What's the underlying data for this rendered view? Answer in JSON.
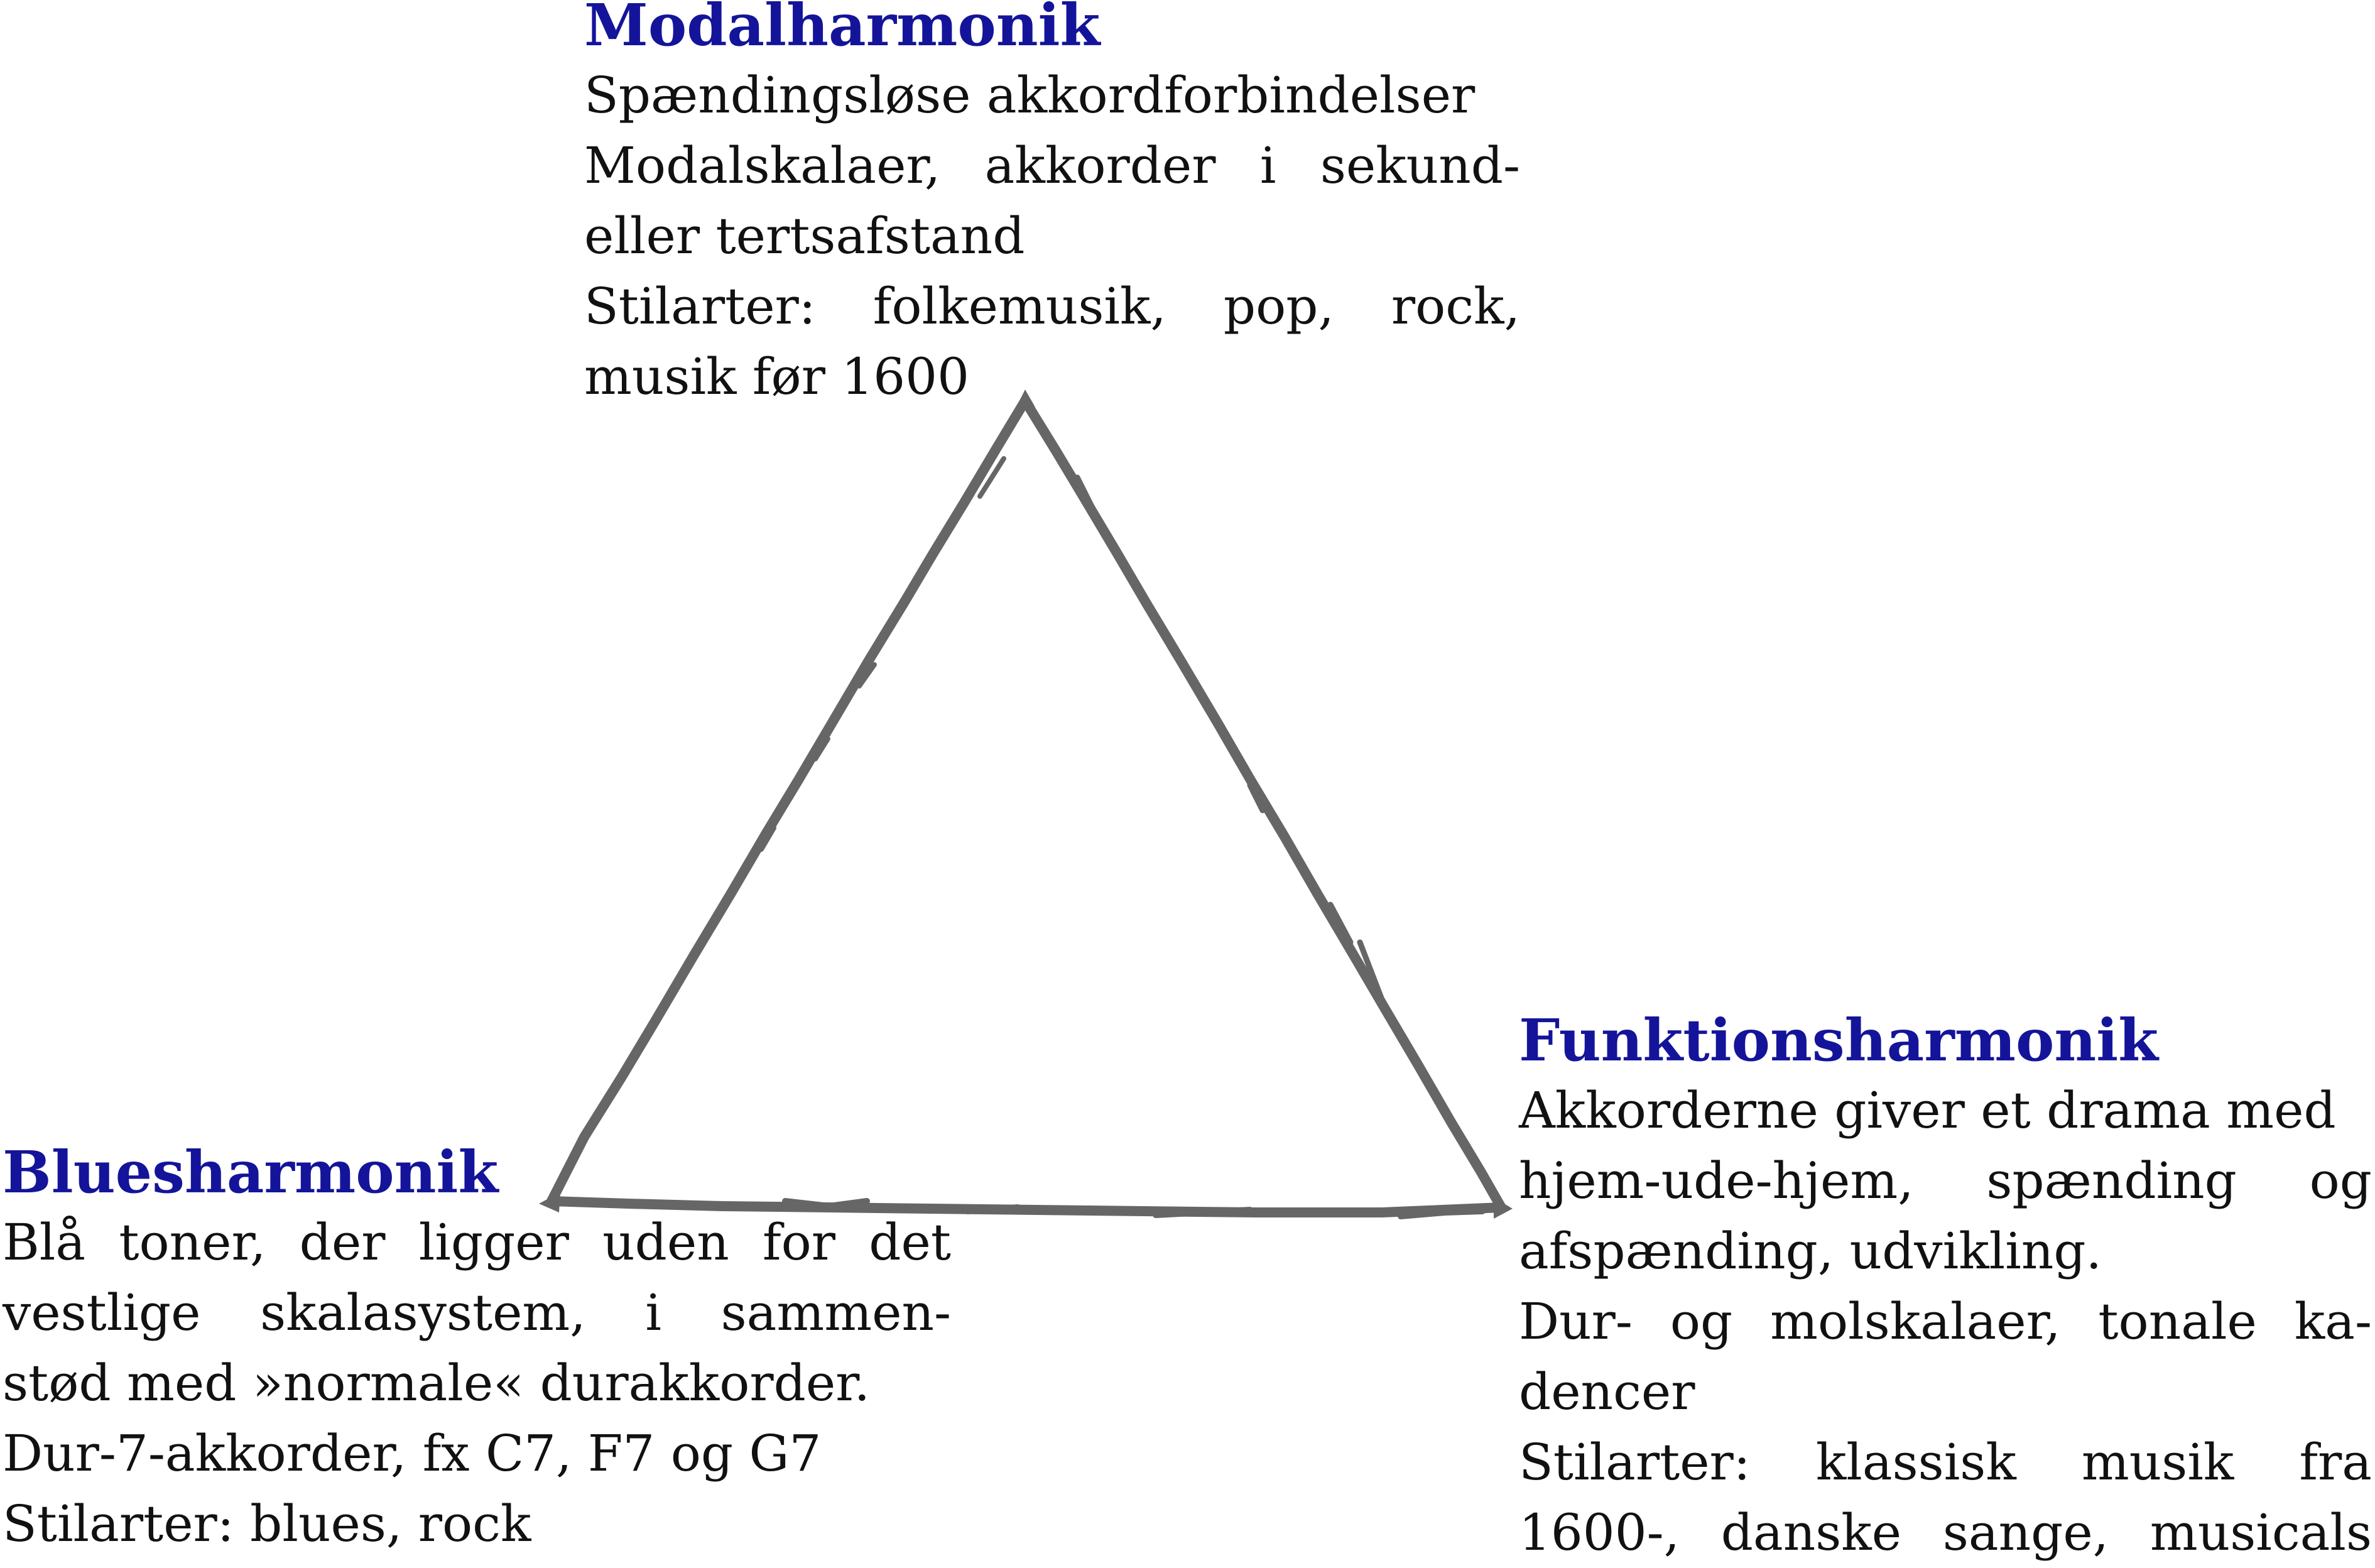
{
  "modal": {
    "title": "Modalharmonik",
    "lines": [
      "Spændingsløse akkordforbindelser",
      "Modalskalaer, akkorder i sekund-",
      "eller tertsafstand",
      "Stilarter: folkemusik, pop, rock,",
      "musik før 1600"
    ]
  },
  "blues": {
    "title": "Bluesharmonik",
    "lines": [
      "Blå toner, der ligger uden for det",
      "vestlige skalasystem, i sammen-",
      "stød med »normale« durakkorder.",
      "Dur-7-akkorder, fx C7, F7 og G7",
      "Stilarter: blues, rock"
    ]
  },
  "funk": {
    "title": "Funktionsharmonik",
    "lines": [
      "Akkorderne giver et drama med",
      "hjem-ude-hjem, spænding og",
      "afspænding, udvikling.",
      "Dur- og molskalaer, tonale ka-",
      "dencer",
      "Stilarter: klassisk musik fra",
      "1600-, danske sange, musicals"
    ]
  },
  "colors": {
    "title": "#14149a",
    "text": "#111111",
    "triangle": "#666666"
  }
}
